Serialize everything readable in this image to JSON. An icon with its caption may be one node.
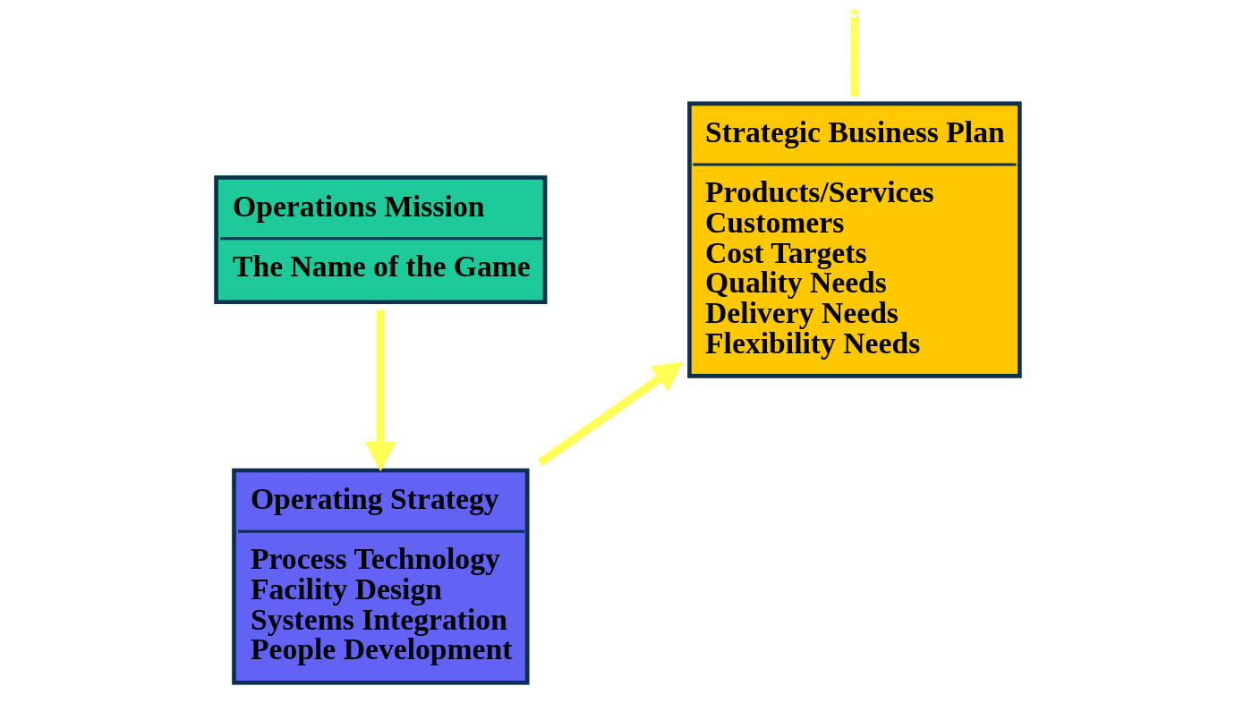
{
  "diagram": {
    "nodes": [
      {
        "text": [
          "Strategic Business Plan",
          "Products/Services",
          "Customers",
          "Cost Targets",
          "Quality Needs",
          "Delivery Needs",
          "Flexibility Needs"
        ]
      },
      {
        "text": [
          "Operations Mission",
          "The Name of the Game"
        ]
      },
      {
        "text": [
          "Operating Strategy",
          "Process Technology",
          "Facility Design",
          "Systems Integration",
          "People Development"
        ]
      }
    ],
    "edges": [
      {
        "from": 0,
        "to": null,
        "arrow": "none"
      },
      {
        "from": 1,
        "to": 2,
        "arrow": "to"
      },
      {
        "from": 2,
        "to": 0,
        "arrow": "to"
      }
    ]
  }
}
